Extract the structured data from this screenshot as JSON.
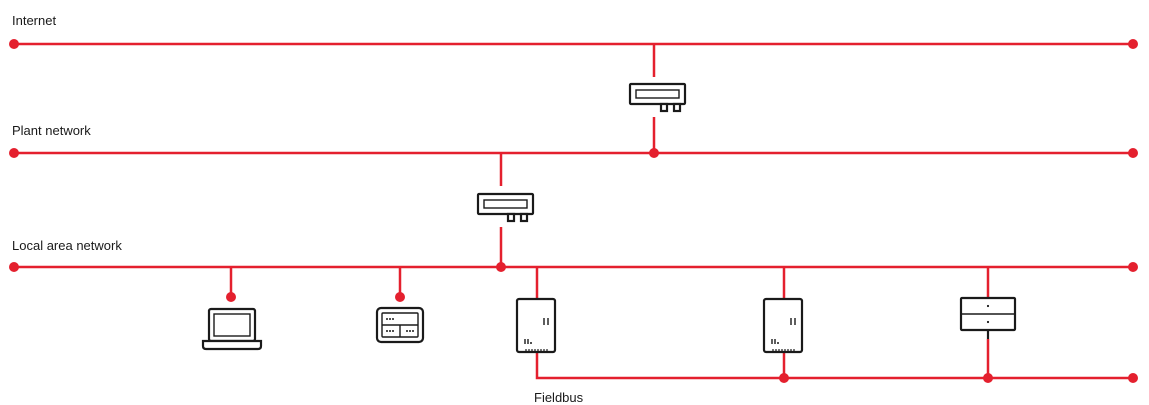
{
  "colors": {
    "network_line": "#e4202e",
    "device_outline": "#1a1a1a",
    "background": "#ffffff"
  },
  "networks": {
    "internet": {
      "label": "Internet"
    },
    "plant": {
      "label": "Plant network"
    },
    "lan": {
      "label": "Local area network"
    },
    "fieldbus": {
      "label": "Fieldbus"
    }
  },
  "devices": [
    {
      "icon": "firewall-router-icon"
    },
    {
      "icon": "router-icon"
    },
    {
      "icon": "laptop-icon"
    },
    {
      "icon": "control-panel-icon"
    },
    {
      "icon": "controller-cabinet-icon"
    },
    {
      "icon": "controller-cabinet-icon"
    },
    {
      "icon": "io-module-icon"
    }
  ]
}
